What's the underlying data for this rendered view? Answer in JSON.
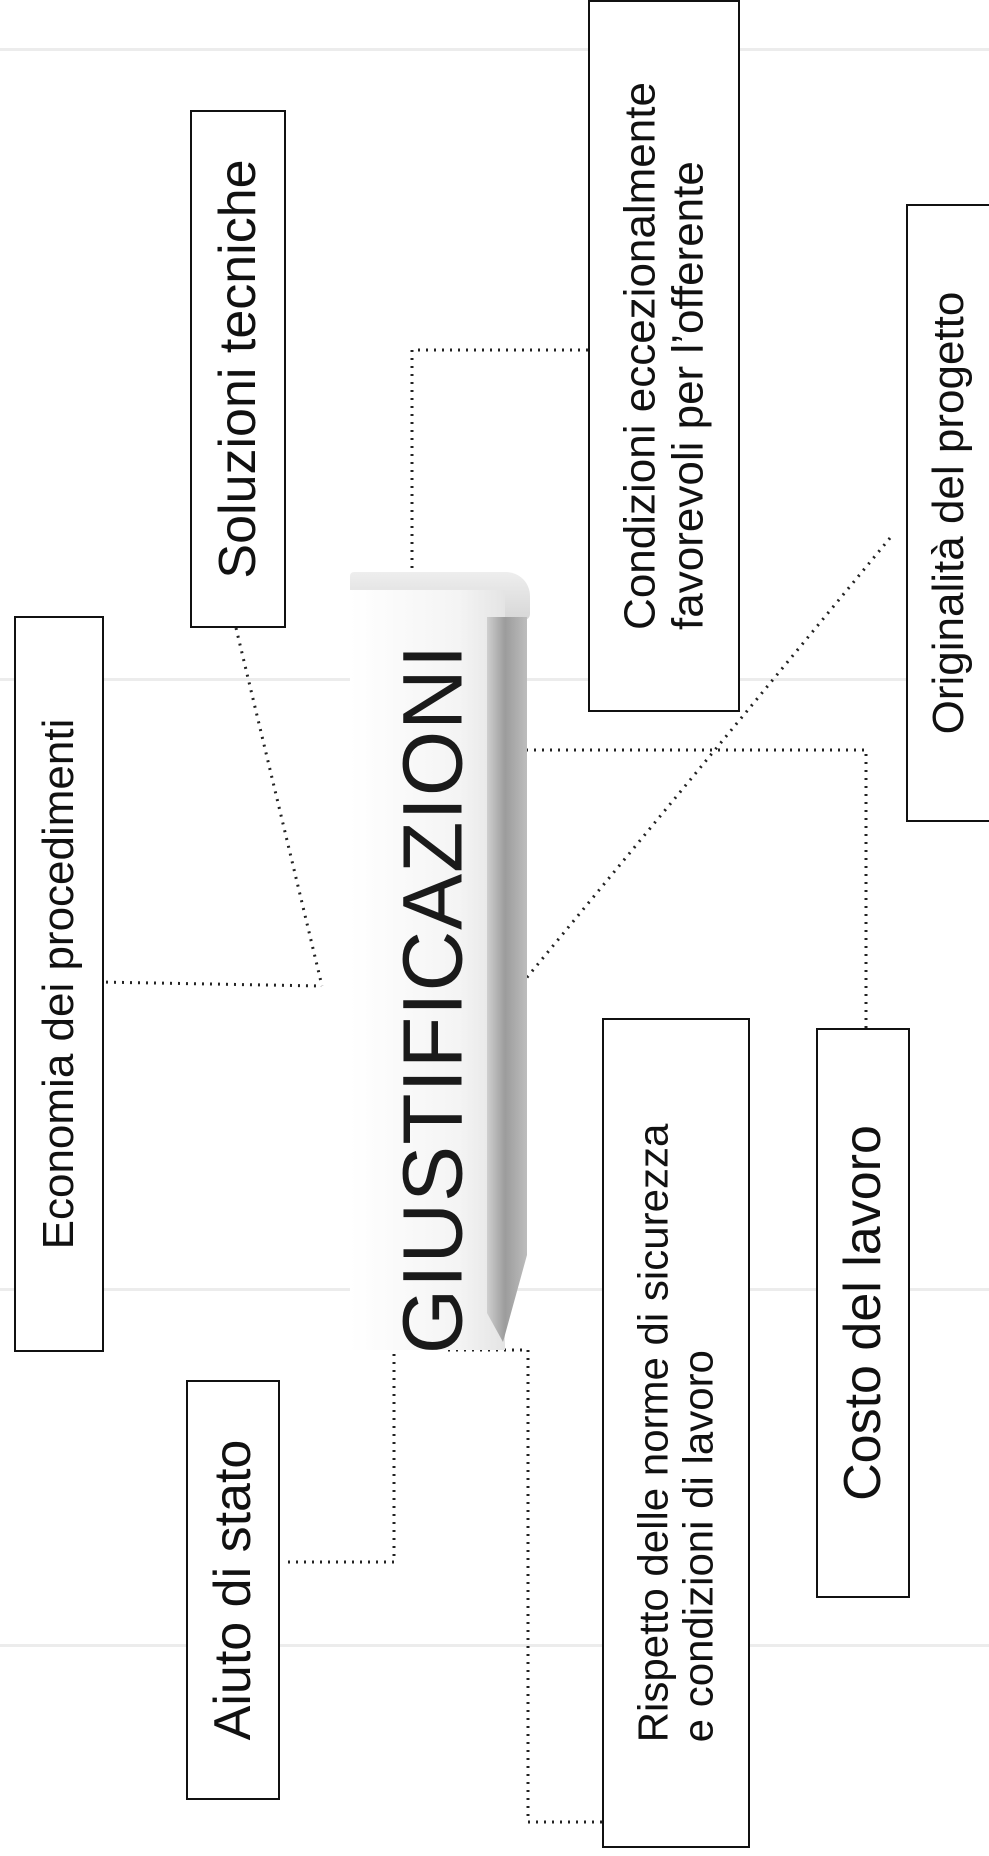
{
  "diagram": {
    "center_title": "GIUSTIFICAZIONI",
    "items": {
      "economia": [
        "Economia dei procedimenti"
      ],
      "soluzioni": [
        "Soluzioni tecniche"
      ],
      "condizioni": [
        "Condizioni  eccezionalmente",
        "favorevoli per l’offerente"
      ],
      "originalita": [
        "Originalità del progetto"
      ],
      "aiuto": [
        "Aiuto di stato"
      ],
      "rispetto": [
        "Rispetto delle norme di sicurezza",
        "e condizioni di lavoro"
      ],
      "costo": [
        "Costo del lavoro"
      ]
    }
  }
}
